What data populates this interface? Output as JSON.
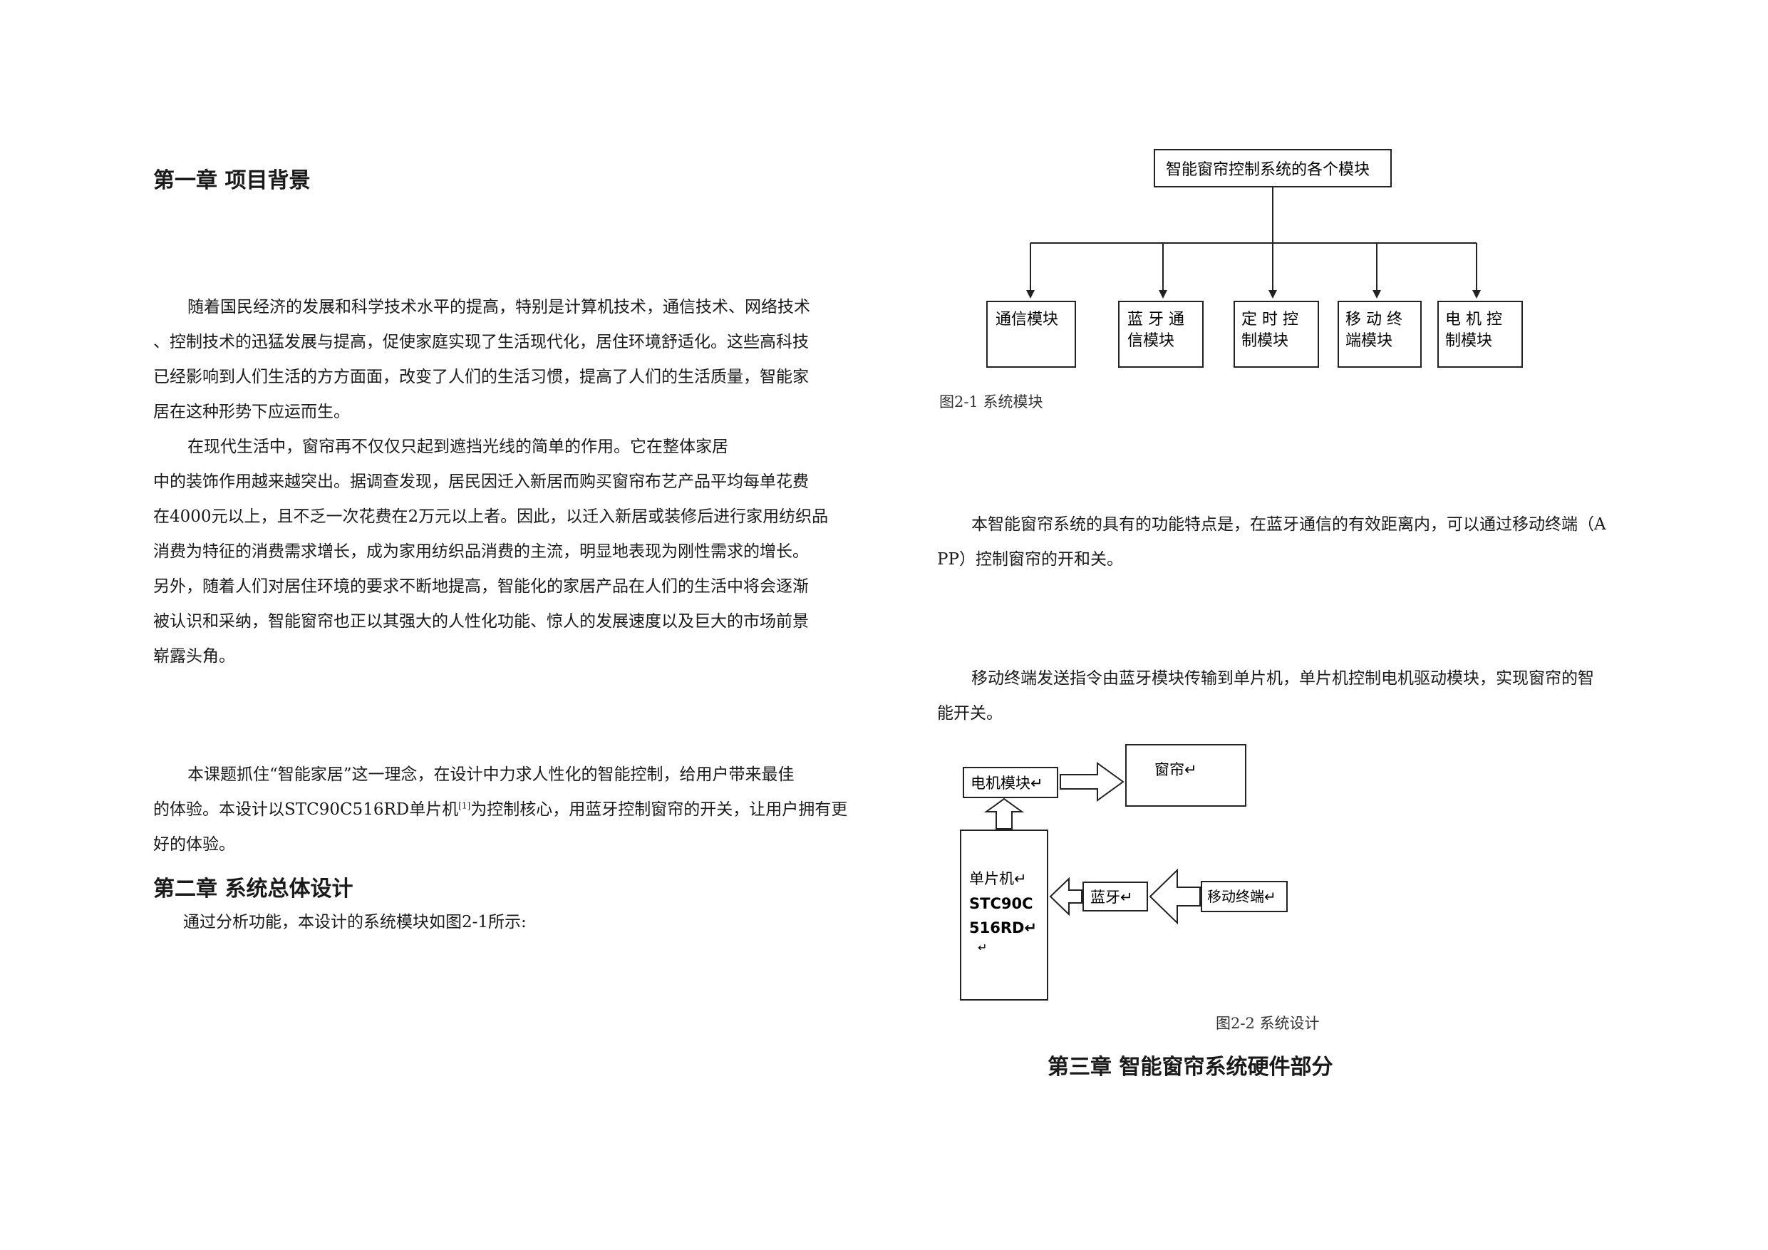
{
  "left": {
    "ch1_heading": "第一章 项目背景",
    "p1_lines": [
      "随着国民经济的发展和科学技术水平的提高，特别是计算机技术，通信技术、网络技术",
      "、控制技术的迅猛发展与提高，促使家庭实现了生活现代化，居住环境舒适化。这些高科技",
      "已经影响到人们生活的方方面面，改变了人们的生活习惯，提高了人们的生活质量，智能家",
      "居在这种形势下应运而生。"
    ],
    "p2_lines": [
      "在现代生活中，窗帘再不仅仅只起到遮挡光线的简单的作用。它在整体家居",
      "中的装饰作用越来越突出。据调查发现，居民因迁入新居而购买窗帘布艺产品平均每单花费",
      "在4000元以上，且不乏一次花费在2万元以上者。因此，以迁入新居或装修后进行家用纺织品",
      "消费为特征的消费需求增长，成为家用纺织品消费的主流，明显地表现为刚性需求的增长。",
      "另外，随着人们对居住环境的要求不断地提高，智能化的家居产品在人们的生活中将会逐渐",
      "被认识和采纳，智能窗帘也正以其强大的人性化功能、惊人的发展速度以及巨大的市场前景",
      "崭露头角。"
    ],
    "p3_line1": "本课题抓住“智能家居”这一理念，在设计中力求人性化的智能控制，给用户带来最佳",
    "p3_line2_pre": "的体验。本设计以STC90C516RD单片机",
    "p3_ref": "[1]",
    "p3_line2_post": "为控制核心，用蓝牙控制窗帘的开关，让用户拥有更",
    "p3_line3": "好的体验。",
    "ch2_heading": "第二章 系统总体设计",
    "ch2_text": "通过分析功能，本设计的系统模块如图2-1所示:"
  },
  "fig1": {
    "root": "智能窗帘控制系统的各个模块",
    "modules": [
      {
        "line1": "通信模块",
        "line2": ""
      },
      {
        "line1": "蓝 牙 通",
        "line2": "信模块"
      },
      {
        "line1": "定 时 控",
        "line2": "制模块"
      },
      {
        "line1": "移 动 终",
        "line2": "端模块"
      },
      {
        "line1": "电 机 控",
        "line2": "制模块"
      }
    ],
    "caption": "图2-1  系统模块"
  },
  "right": {
    "p4_lines": [
      "本智能窗帘系统的具有的功能特点是，在蓝牙通信的有效距离内，可以通过移动终端（A",
      "PP）控制窗帘的开和关。"
    ],
    "p5_lines": [
      "移动终端发送指令由蓝牙模块传输到单片机，单片机控制电机驱动模块，实现窗帘的智",
      "能开关。"
    ]
  },
  "fig2": {
    "motor": "电机模块↵",
    "curtain": "窗帘↵",
    "mcu_l1": "单片机↵",
    "mcu_l2": "STC90C",
    "mcu_l3": "516RD↵",
    "mcu_l4": "↵",
    "bluetooth": "蓝牙↵",
    "mobile": "移动终端↵",
    "caption": "图2-2  系统设计"
  },
  "ch3_heading": "第三章 智能窗帘系统硬件部分"
}
